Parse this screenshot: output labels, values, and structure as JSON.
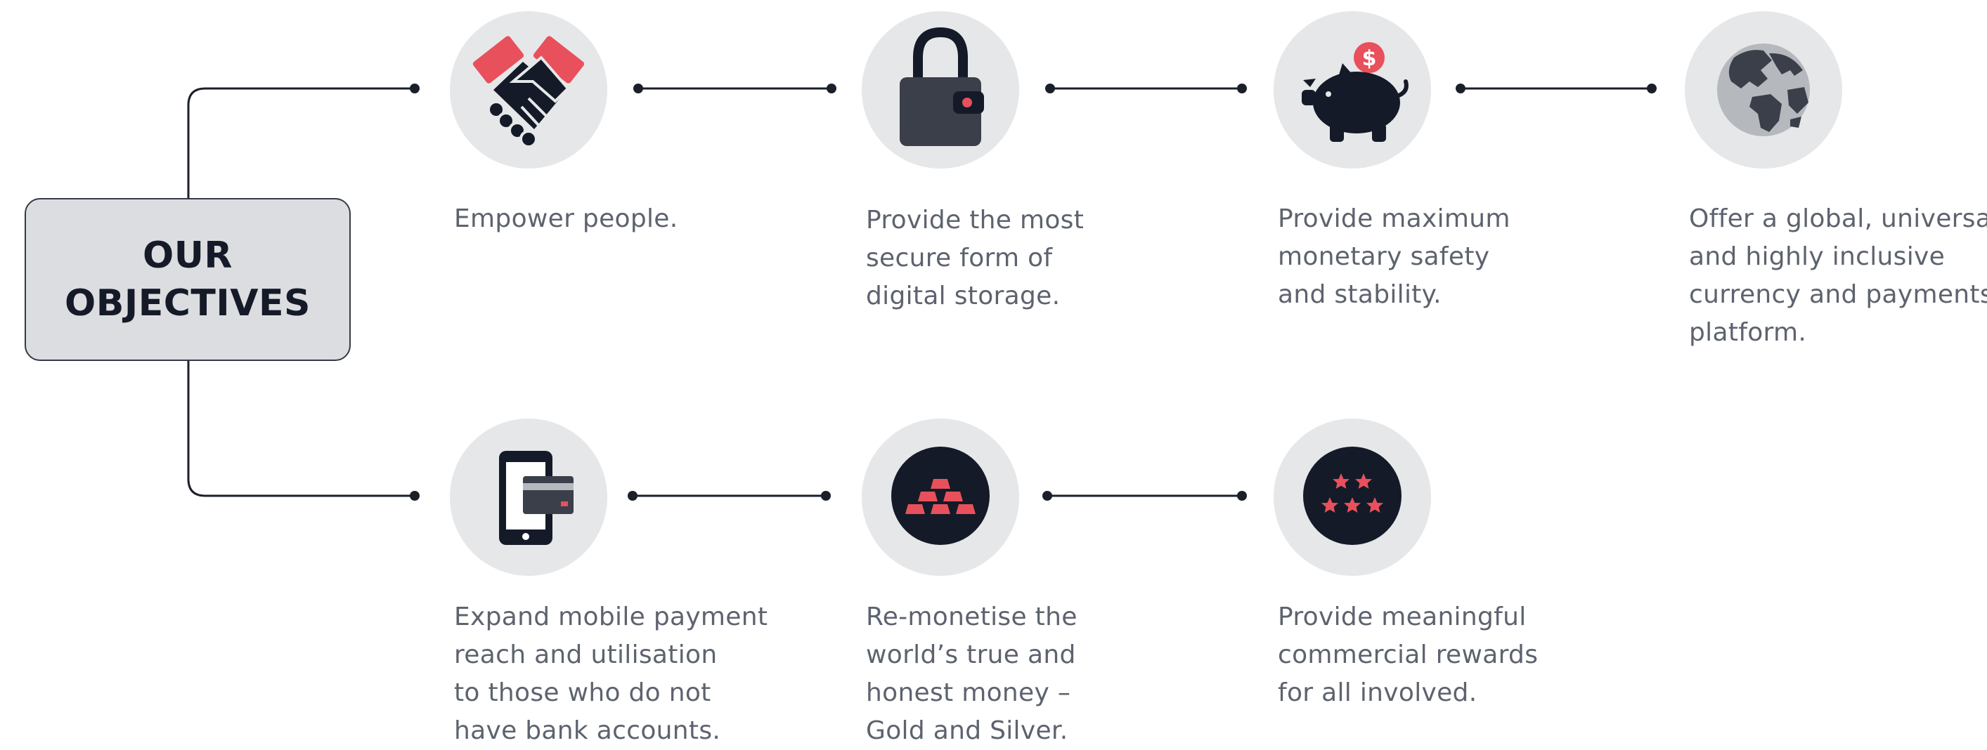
{
  "objectives_box": {
    "title_lines": [
      "OUR",
      "OBJECTIVES"
    ]
  },
  "colors": {
    "accent": "#e8505b",
    "icon_dark": "#141a28",
    "circle_bg": "#e6e7e9",
    "text": "#5d636e",
    "line": "#1a1f29"
  },
  "objectives": [
    {
      "icon": "handshake-icon",
      "caption_lines": [
        "Empower people."
      ]
    },
    {
      "icon": "padlock-icon",
      "caption_lines": [
        "Provide the most",
        "secure form of",
        "digital storage."
      ]
    },
    {
      "icon": "piggy-bank-icon",
      "caption_lines": [
        "Provide maximum",
        "monetary safety",
        "and stability."
      ],
      "badge": "$"
    },
    {
      "icon": "globe-icon",
      "caption_lines": [
        "Offer a global, universal",
        "and highly inclusive",
        "currency and payments",
        "platform."
      ]
    },
    {
      "icon": "mobile-payment-icon",
      "caption_lines": [
        "Expand mobile payment",
        "reach and utilisation",
        "to those who do not",
        "have bank accounts."
      ]
    },
    {
      "icon": "gold-bars-icon",
      "caption_lines": [
        "Re-monetise the",
        "world’s true and",
        "honest money –",
        "Gold and Silver."
      ]
    },
    {
      "icon": "stars-rewards-icon",
      "caption_lines": [
        "Provide meaningful",
        "commercial rewards",
        "for all involved."
      ]
    }
  ]
}
